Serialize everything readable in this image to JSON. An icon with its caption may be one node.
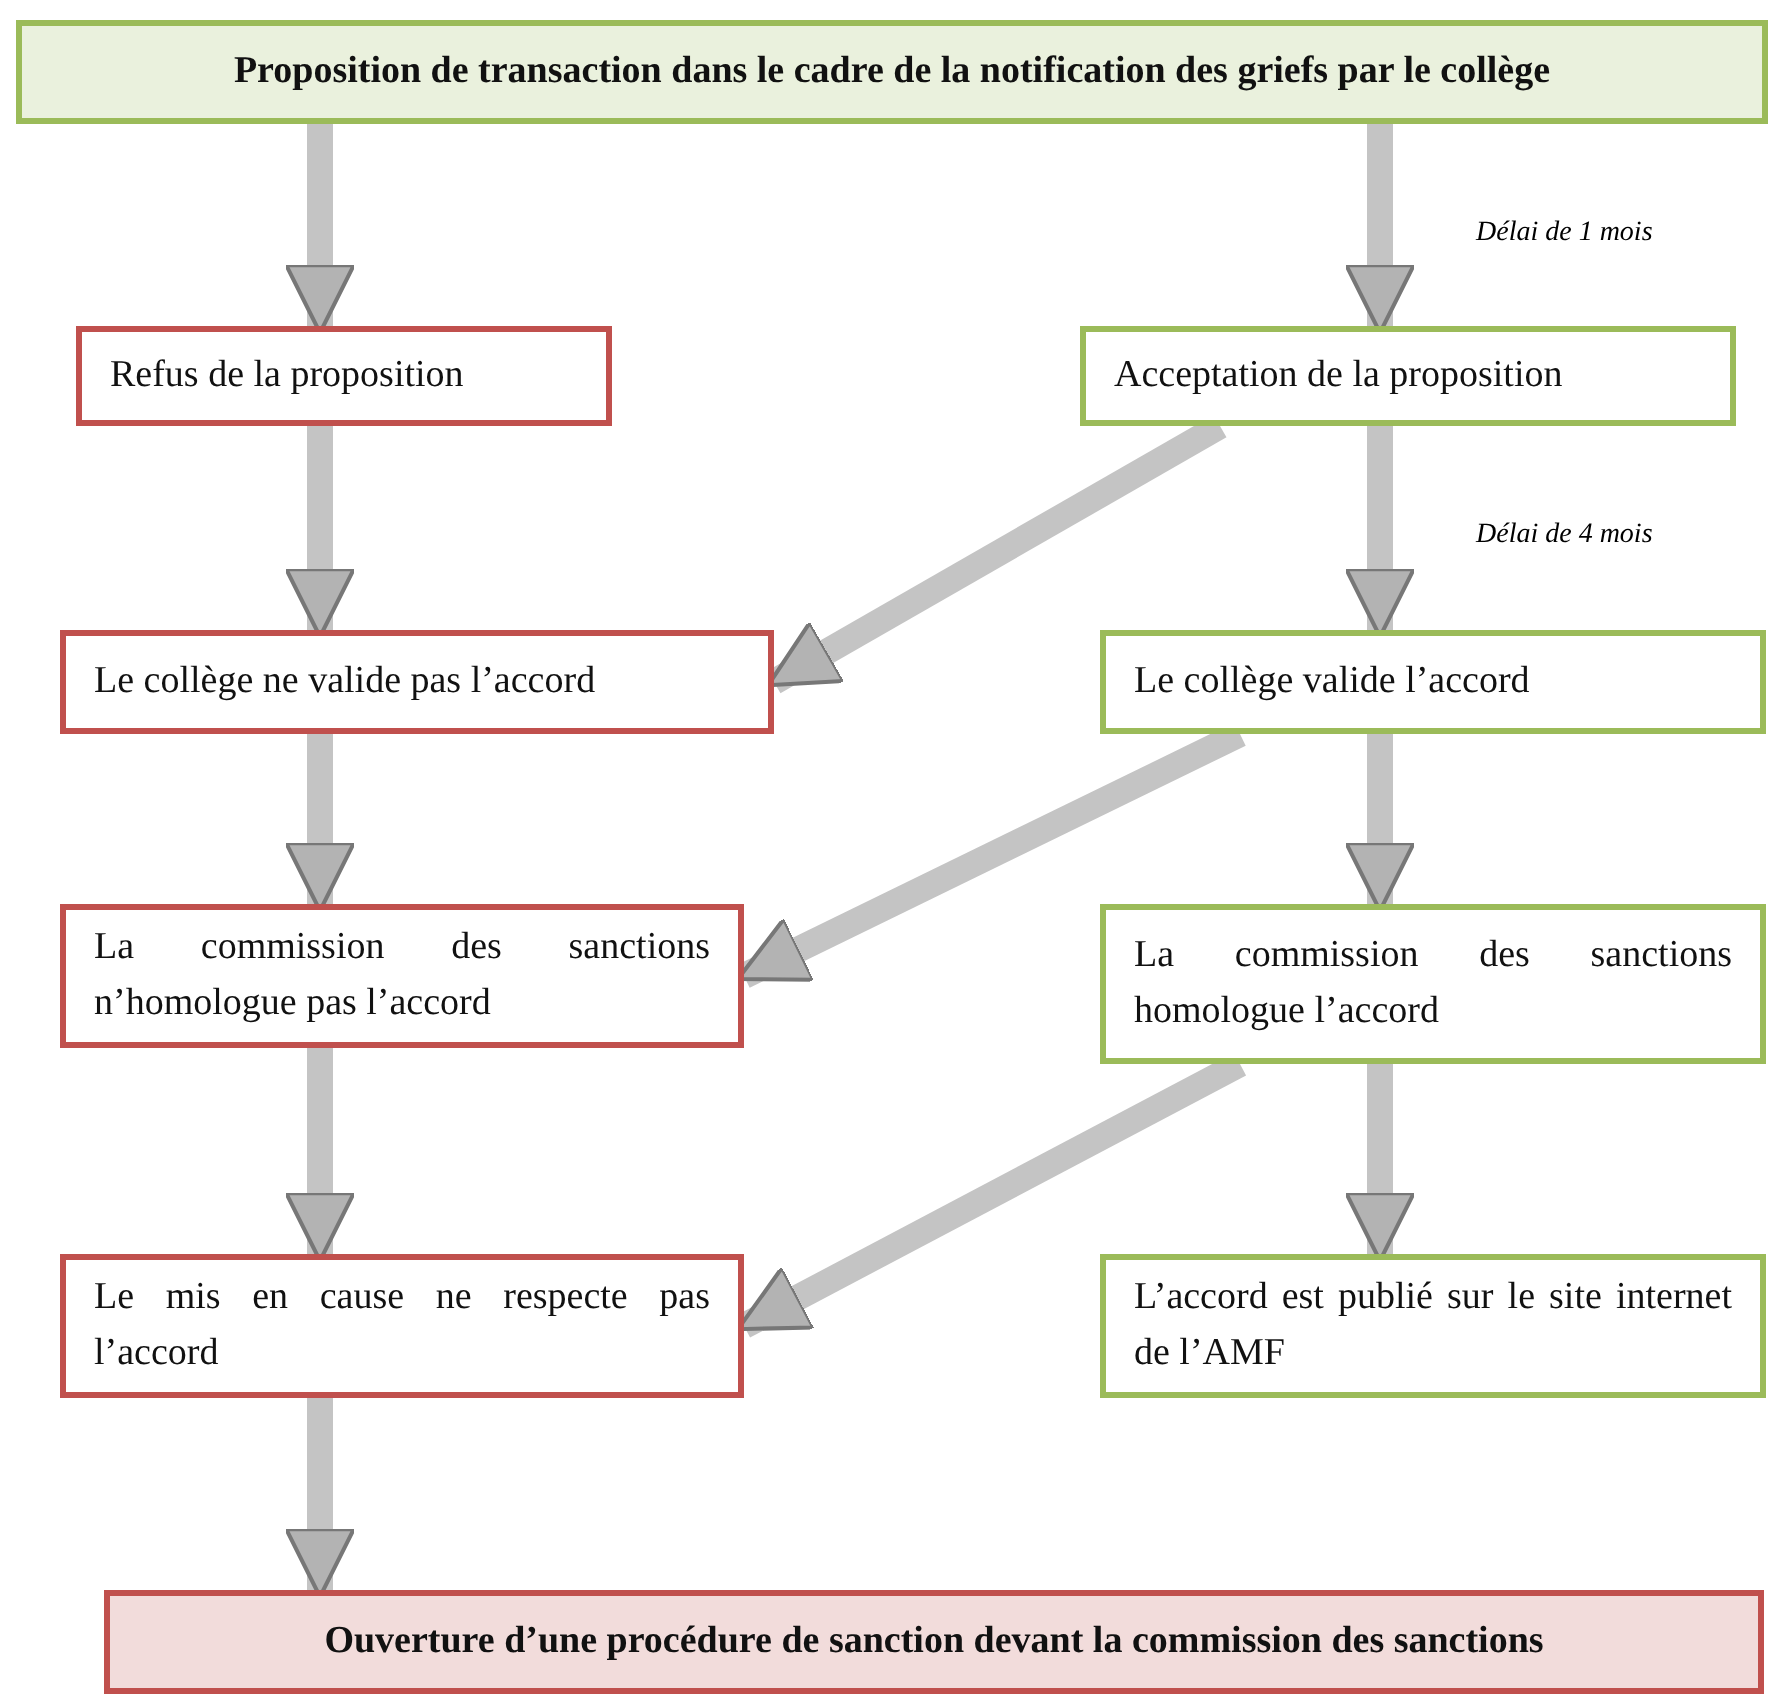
{
  "diagram": {
    "nodes": [
      {
        "text": [
          "Proposition de transaction dans le cadre de la notification des griefs par le collège"
        ]
      },
      {
        "text": [
          "Refus de la proposition"
        ]
      },
      {
        "text": [
          "Acceptation de la proposition"
        ]
      },
      {
        "text": [
          "Le collège ne valide pas l’accord"
        ]
      },
      {
        "text": [
          "Le collège valide l’accord"
        ]
      },
      {
        "text": [
          "La commission des sanctions n’homologue pas l’accord"
        ]
      },
      {
        "text": [
          "La commission des sanctions homologue l’accord"
        ]
      },
      {
        "text": [
          "Le mis en cause ne respecte pas l’accord"
        ]
      },
      {
        "text": [
          "L’accord est publié sur le site internet de l’AMF"
        ]
      },
      {
        "text": [
          "Ouverture d’une procédure de sanction devant la commission des sanctions"
        ]
      }
    ],
    "edges": [
      {
        "from": 0,
        "to": 1,
        "arrow": "to"
      },
      {
        "from": 0,
        "to": 2,
        "arrow": "to",
        "label": "Délai de 1 mois"
      },
      {
        "from": 1,
        "to": 3,
        "arrow": "to"
      },
      {
        "from": 2,
        "to": 4,
        "arrow": "to",
        "label": "Délai de 4 mois"
      },
      {
        "from": 2,
        "to": 3,
        "arrow": "to"
      },
      {
        "from": 3,
        "to": 5,
        "arrow": "to"
      },
      {
        "from": 4,
        "to": 6,
        "arrow": "to"
      },
      {
        "from": 4,
        "to": 5,
        "arrow": "to"
      },
      {
        "from": 5,
        "to": 7,
        "arrow": "to"
      },
      {
        "from": 6,
        "to": 8,
        "arrow": "to"
      },
      {
        "from": 6,
        "to": 7,
        "arrow": "to"
      },
      {
        "from": 7,
        "to": 9,
        "arrow": "to"
      }
    ]
  }
}
